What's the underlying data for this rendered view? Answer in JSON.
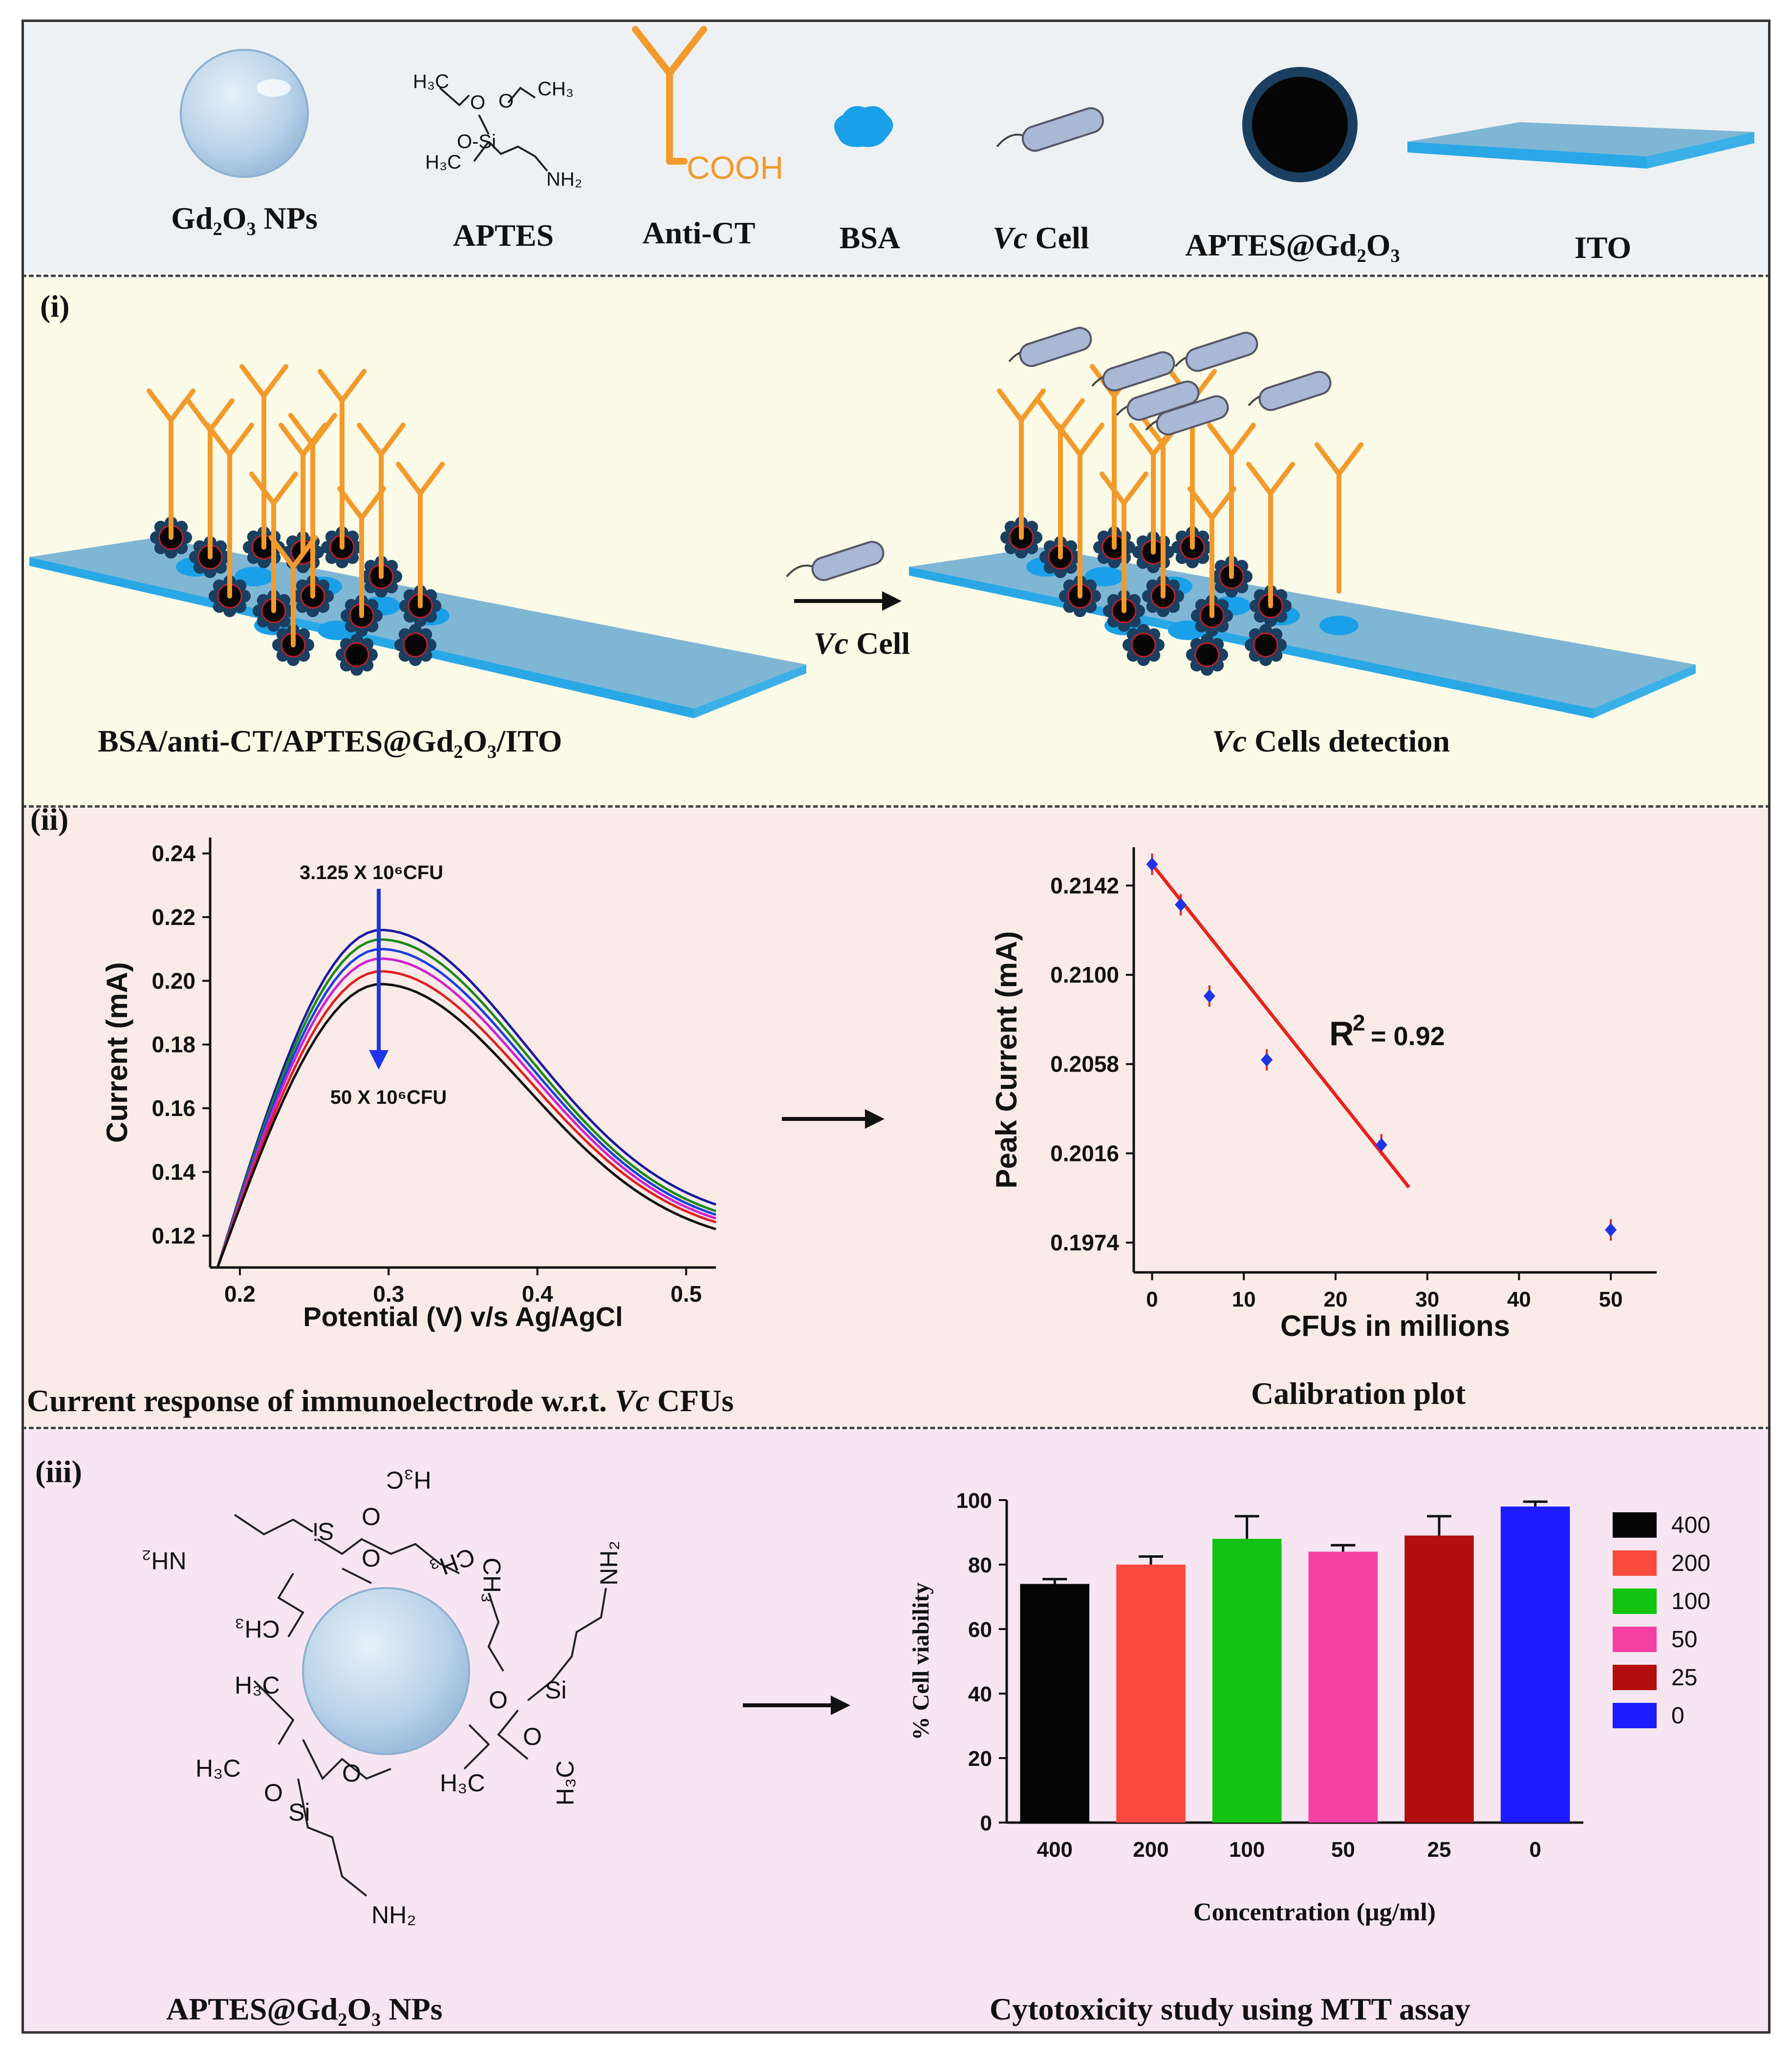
{
  "legend": {
    "gd2o3_nps": "Gd₂O₃ NPs",
    "aptes": "APTES",
    "anti_ct": "Anti-CT",
    "cooh": "COOH",
    "bsa": "BSA",
    "vc_cell_italic": "Vc",
    "vc_cell_rest": " Cell",
    "aptes_gd2o3": "APTES@Gd₂O₃",
    "ito": "ITO",
    "aptes_struct": {
      "h3c_a": "H₃C",
      "o_a": "O",
      "o_b": "O",
      "ch3_a": "CH₃",
      "h3c_b": "H₃C",
      "osi": "O-Si",
      "nh2": "NH₂"
    }
  },
  "panel_i": {
    "tag": "(i)",
    "left_caption": "BSA/anti-CT/APTES@Gd₂O₃/ITO",
    "arrow_italic": "Vc",
    "arrow_rest": " Cell",
    "right_caption_italic": "Vc",
    "right_caption_rest": " Cells detection"
  },
  "panel_ii": {
    "tag": "(ii)",
    "left_caption_a": "Current response of immunoelectrode w.r.t.",
    "left_caption_italic": "Vc",
    "left_caption_b": " CFUs",
    "right_caption": "Calibration plot"
  },
  "panel_iii": {
    "tag": "(iii)",
    "left_caption": "APTES@Gd₂O₃  NPs",
    "right_caption": "Cytotoxicity study using MTT assay",
    "struct": {
      "h3c_1": "H₃C",
      "o_1": "O",
      "si_1": "Si",
      "o_2": "O",
      "nh2_1": "NH₂",
      "ch3_1": "CH₃",
      "ch3_2": "CH₃",
      "h3c_2": "H₃C",
      "o_3": "O",
      "si_2": "Si",
      "o_4": "O",
      "h3c_3": "H₃C",
      "nh2_2": "NH₂",
      "ch3_3": "CH₃",
      "h3c_4": "H₃C",
      "o_5": "O",
      "si_3": "Si",
      "o_6": "O",
      "h3c_5": "H₃C",
      "nh2_3": "NH₂"
    }
  },
  "colors": {
    "antibody": "#f39a2c",
    "ito_top": "#7fb6d4",
    "ito_edge": "#2aa8e6",
    "bsa": "#1aa0e8",
    "np": "#b9d3ea",
    "fit_line": "#e8221c",
    "marker": "#1f34e8"
  },
  "chart_data": [
    {
      "type": "line",
      "xlabel": "Potential (V) v/s Ag/AgCl",
      "ylabel": "Current (mA)",
      "xlim": [
        0.18,
        0.52
      ],
      "ylim": [
        0.11,
        0.245
      ],
      "xticks": [
        "0.2",
        "0.3",
        "0.4",
        "0.5"
      ],
      "yticks": [
        "0.12",
        "0.14",
        "0.16",
        "0.18",
        "0.20",
        "0.22",
        "0.24"
      ],
      "annotation_top": "3.125 X 10⁶CFU",
      "annotation_bottom": "50 X 10⁶CFU",
      "series": [
        {
          "color": "#1a1aa0",
          "peak": 0.216,
          "end": 0.123
        },
        {
          "color": "#1a8a1a",
          "peak": 0.213,
          "end": 0.121
        },
        {
          "color": "#1a40e0",
          "peak": 0.21,
          "end": 0.12
        },
        {
          "color": "#d020d0",
          "peak": 0.207,
          "end": 0.119
        },
        {
          "color": "#e02020",
          "peak": 0.203,
          "end": 0.118
        },
        {
          "color": "#101010",
          "peak": 0.199,
          "end": 0.116
        }
      ]
    },
    {
      "type": "scatter",
      "xlabel": "CFUs in millions",
      "ylabel": "Peak Current (mA)",
      "xlim": [
        -2,
        55
      ],
      "ylim": [
        0.196,
        0.216
      ],
      "xticks": [
        "0",
        "10",
        "20",
        "30",
        "40",
        "50"
      ],
      "yticks": [
        "0.1974",
        "0.2016",
        "0.2058",
        "0.2100",
        "0.2142"
      ],
      "points": [
        {
          "x": 0,
          "y": 0.2152
        },
        {
          "x": 3.125,
          "y": 0.2133
        },
        {
          "x": 6.25,
          "y": 0.209
        },
        {
          "x": 12.5,
          "y": 0.206
        },
        {
          "x": 25,
          "y": 0.202
        },
        {
          "x": 50,
          "y": 0.198
        }
      ],
      "fit": {
        "x0": 0,
        "y0": 0.2152,
        "x1": 28,
        "y1": 0.2
      },
      "r2_label": "R",
      "r2_sup": "2",
      "r2_value": "= 0.92"
    },
    {
      "type": "bar",
      "xlabel": "Concentration (μg/ml)",
      "ylabel": "% Cell viability",
      "ylim": [
        0,
        100
      ],
      "yticks": [
        "0",
        "20",
        "40",
        "60",
        "80",
        "100"
      ],
      "categories": [
        "400",
        "200",
        "100",
        "50",
        "25",
        "0"
      ],
      "values": [
        74,
        80,
        88,
        84,
        89,
        98
      ],
      "errors": [
        1.5,
        2.5,
        7,
        2,
        6,
        1.5
      ],
      "colors": [
        "#050505",
        "#fb4a40",
        "#12c312",
        "#f63fa4",
        "#b30d0d",
        "#1c1cff"
      ],
      "legend": [
        "400",
        "200",
        "100",
        "50",
        "25",
        "0"
      ]
    }
  ]
}
